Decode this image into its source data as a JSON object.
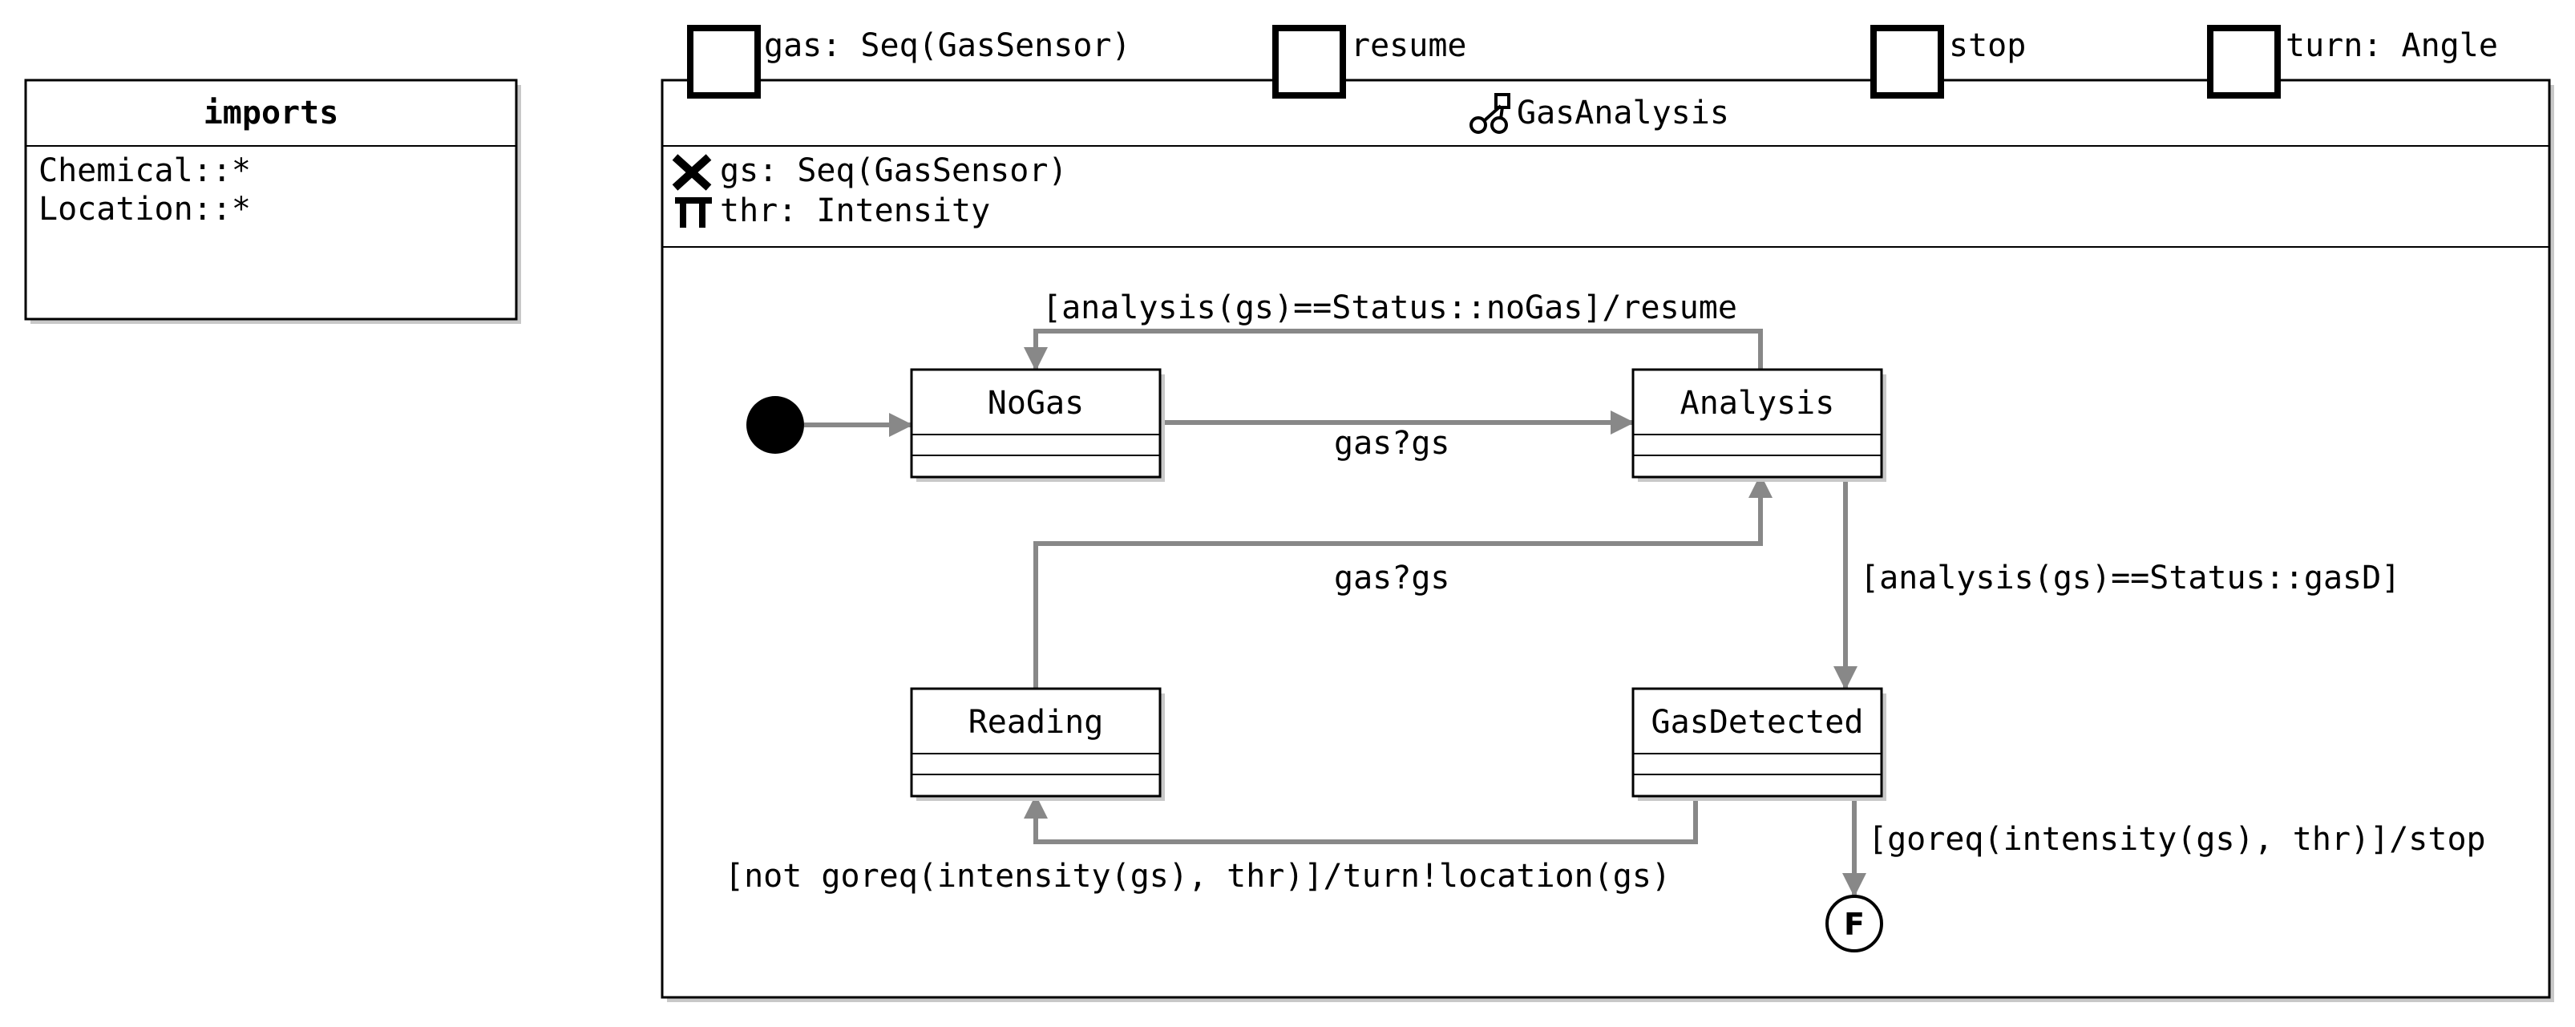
{
  "imports": {
    "title": "imports",
    "items": [
      "Chemical::*",
      "Location::*"
    ]
  },
  "ports": [
    {
      "label": "gas: Seq(GasSensor)"
    },
    {
      "label": "resume"
    },
    {
      "label": "stop"
    },
    {
      "label": "turn: Angle"
    }
  ],
  "machine": {
    "title": "GasAnalysis",
    "variables": [
      {
        "icon": "variable-x-icon",
        "label": "gs: Seq(GasSensor)"
      },
      {
        "icon": "constant-pi-icon",
        "label": "thr: Intensity"
      }
    ]
  },
  "states": {
    "nogas": "NoGas",
    "analysis": "Analysis",
    "reading": "Reading",
    "gasdetected": "GasDetected"
  },
  "initial_glyph": "i",
  "final_glyph": "F",
  "transitions": {
    "analysis_to_nogas": "[analysis(gs)==Status::noGas]/resume",
    "nogas_to_analysis": "gas?gs",
    "reading_to_analysis": "gas?gs",
    "analysis_to_gasdetected": "[analysis(gs)==Status::gasD]",
    "gasdetected_to_reading": "[not goreq(intensity(gs), thr)]/turn!location(gs)",
    "gasdetected_to_final": "[goreq(intensity(gs), thr)]/stop"
  },
  "colors": {
    "edge": "#888888",
    "outline": "#000000",
    "background": "#ffffff"
  }
}
